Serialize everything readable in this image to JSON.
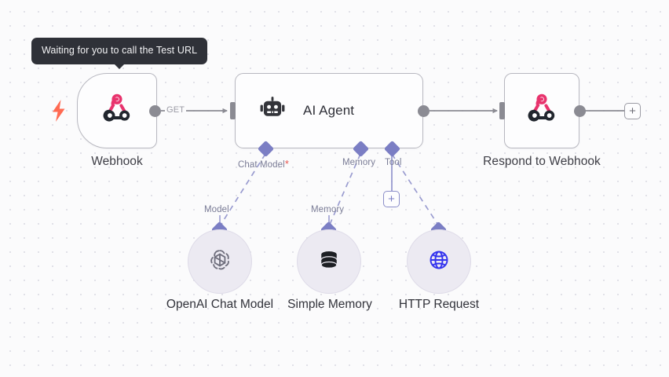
{
  "app": {
    "name": "n8n-workflow-canvas",
    "background_color": "#fbfbfc",
    "dot_grid_color": "#dcdce4"
  },
  "tooltip": {
    "text": "Waiting for you to call the Test URL",
    "background": "#2f3138",
    "text_color": "#f3f3f5"
  },
  "trigger_icon": {
    "name": "lightning-bolt-icon",
    "color": "#ff6a52"
  },
  "nodes": [
    {
      "id": "webhook",
      "title": "Webhook",
      "icon": "webhook-icon",
      "icon_colors": [
        "#e8336d",
        "#21262e"
      ],
      "shape": "trigger",
      "output_label": "GET"
    },
    {
      "id": "ai-agent",
      "title": "AI Agent",
      "icon": "robot-icon",
      "icon_colors": [
        "#33343a"
      ],
      "shape": "rectangle"
    },
    {
      "id": "respond-to-webhook",
      "title": "Respond to Webhook",
      "icon": "webhook-icon",
      "icon_colors": [
        "#e8336d",
        "#21262e"
      ],
      "shape": "square"
    }
  ],
  "agent_ports": [
    {
      "id": "chat-model",
      "label": "Chat Model",
      "required": true,
      "required_marker": "*"
    },
    {
      "id": "memory",
      "label": "Memory",
      "required": false,
      "required_marker": ""
    },
    {
      "id": "tool",
      "label": "Tool",
      "required": false,
      "required_marker": ""
    }
  ],
  "sub_nodes": [
    {
      "id": "openai-chat-model",
      "title": "OpenAI Chat Model",
      "port_label": "Model",
      "icon": "openai-logo-icon",
      "icon_color": "#6e6e7c"
    },
    {
      "id": "simple-memory",
      "title": "Simple Memory",
      "port_label": "Memory",
      "icon": "database-stack-icon",
      "icon_color": "#1d1f24"
    },
    {
      "id": "http-request",
      "title": "HTTP Request",
      "port_label": "",
      "icon": "globe-icon",
      "icon_color": "#3333ee"
    }
  ],
  "buttons": {
    "add_tool": {
      "label": "+",
      "name": "add-tool-button",
      "color": "#7b7ec4"
    },
    "add_next_node": {
      "label": "+",
      "name": "add-next-node-button",
      "color": "#6c6c76"
    }
  },
  "colors": {
    "node_border": "#b8b8c0",
    "node_fill": "#fdfdfe",
    "connector_gray": "#8b8b93",
    "connector_purple": "#7b7ec4",
    "subnode_fill": "#eceaf2",
    "required_red": "#e8544e"
  }
}
